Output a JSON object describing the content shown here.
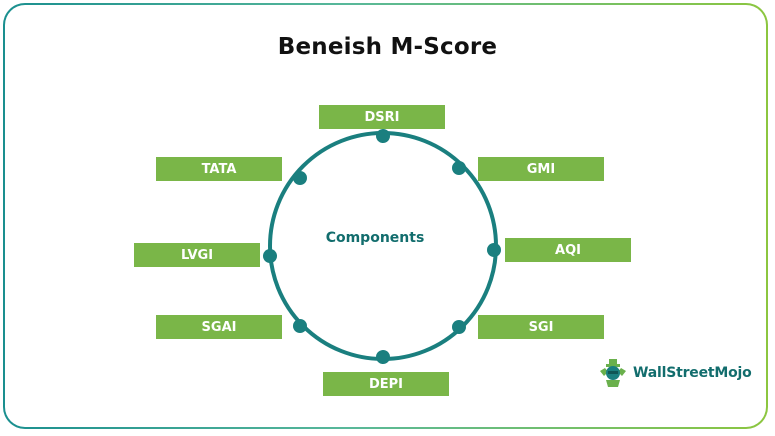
{
  "title": "Beneish M-Score",
  "center_label": "Components",
  "components": [
    "DSRI",
    "GMI",
    "AQI",
    "SGI",
    "DEPI",
    "SGAI",
    "LVGI",
    "TATA"
  ],
  "brand": {
    "name": "WallStreetMojo",
    "logo": "wallstreetmojo-logo-icon"
  },
  "colors": {
    "box": "#7ab648",
    "circle": "#1a7f7f",
    "center_text": "#126d6d",
    "border_start": "#1a8f8f",
    "border_end": "#8cc63f"
  }
}
